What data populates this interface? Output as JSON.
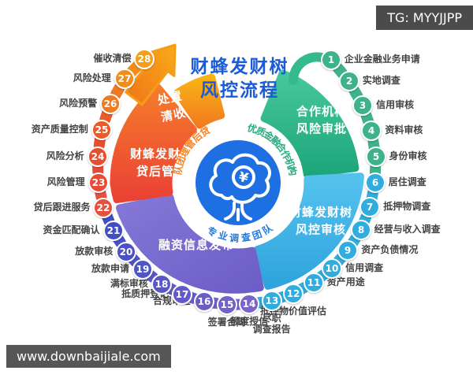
{
  "badges": {
    "tg": "TG: MYYJJPP",
    "site": "www.downbaijiale.com"
  },
  "title": {
    "line1": "财蜂发财树",
    "line2": "风控流程"
  },
  "ring_texts": {
    "post_loan_team": "贷后管理团队",
    "partners": "优质金融合作机构",
    "survey_team": "专业调查团队"
  },
  "segments": {
    "partner_approval": {
      "line1": "合作机构",
      "line2": "风险审批",
      "color": "#2bb286"
    },
    "risk_review": {
      "line1": "财蜂发财树",
      "line2": "风控审核",
      "color": "#3db4e8"
    },
    "financing_info": {
      "line1": "融资信息发布",
      "color": "#7668ce"
    },
    "post_loan": {
      "line1": "财蜂发财树",
      "line2": "贷后管理",
      "color": "#ef5632"
    },
    "disposal": {
      "line1": "处置",
      "line2": "清收",
      "color": "#f6981b"
    }
  },
  "hub": {
    "logo": "coin-tree",
    "color": "#1e6fe2"
  },
  "steps": [
    {
      "num": "1",
      "label": "企业金融业务申请",
      "color": "#3eb28b"
    },
    {
      "num": "2",
      "label": "实地调查",
      "color": "#3eb28b"
    },
    {
      "num": "3",
      "label": "信用审核",
      "color": "#3eb28b"
    },
    {
      "num": "4",
      "label": "资料审核",
      "color": "#3eb28b"
    },
    {
      "num": "5",
      "label": "身份审核",
      "color": "#3eb28b"
    },
    {
      "num": "6",
      "label": "居住调查",
      "color": "#2fadde"
    },
    {
      "num": "7",
      "label": "抵押物调查",
      "color": "#2fadde"
    },
    {
      "num": "8",
      "label": "经营与收入调查",
      "color": "#2fadde"
    },
    {
      "num": "9",
      "label": "资产负债情况",
      "color": "#2fadde"
    },
    {
      "num": "10",
      "label": "信用调查",
      "color": "#2fadde"
    },
    {
      "num": "11",
      "label": "资产用途",
      "color": "#2fadde"
    },
    {
      "num": "12",
      "label": "抵押物价值评估",
      "color": "#2fadde"
    },
    {
      "num": "13",
      "label": "尽职调查报告",
      "lines": [
        "尽职",
        "调查报告"
      ],
      "color": "#2fadde"
    },
    {
      "num": "14",
      "label": "额度授信",
      "color": "#7b64c9"
    },
    {
      "num": "15",
      "label": "签署合同",
      "color": "#7360c9"
    },
    {
      "num": "16",
      "label": "合规审查",
      "color": "#6b5dc9"
    },
    {
      "num": "17",
      "label": "抵质押登记",
      "color": "#625ac8"
    },
    {
      "num": "18",
      "label": "满标审核",
      "color": "#5957c8"
    },
    {
      "num": "19",
      "label": "放款申请",
      "color": "#5154c7"
    },
    {
      "num": "20",
      "label": "放款审核",
      "color": "#4a51c6"
    },
    {
      "num": "21",
      "label": "资金匹配确认",
      "color": "#434ec5"
    },
    {
      "num": "22",
      "label": "贷后跟进服务",
      "color": "#e7503e"
    },
    {
      "num": "23",
      "label": "风险管理",
      "color": "#e74b38"
    },
    {
      "num": "24",
      "label": "风险分析",
      "color": "#e94f2f"
    },
    {
      "num": "25",
      "label": "资产质量控制",
      "color": "#ec5a28"
    },
    {
      "num": "26",
      "label": "风险预警",
      "color": "#ef7a21"
    },
    {
      "num": "27",
      "label": "风险处理",
      "color": "#f28c1d"
    },
    {
      "num": "28",
      "label": "催收清偿",
      "color": "#f59e18"
    }
  ]
}
